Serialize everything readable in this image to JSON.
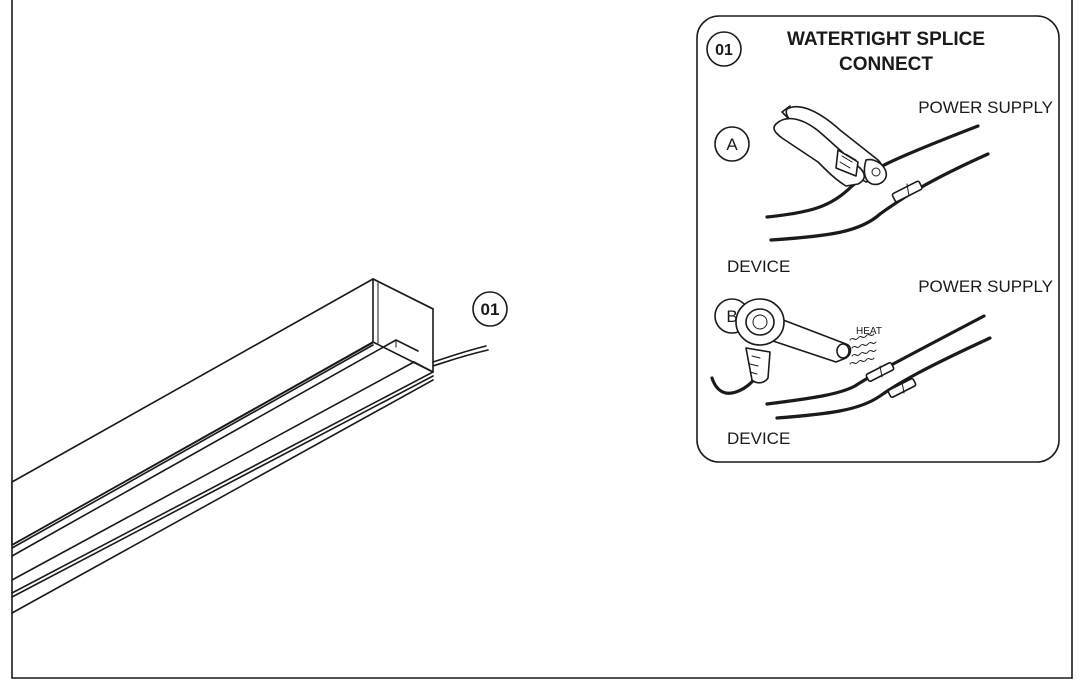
{
  "callout": {
    "label": "01"
  },
  "panel": {
    "badge": "01",
    "title_line1": "WATERTIGHT SPLICE",
    "title_line2": "CONNECT",
    "step_a": {
      "badge": "A",
      "power_label": "POWER SUPPLY",
      "device_label": "DEVICE"
    },
    "step_b": {
      "badge": "B",
      "power_label": "POWER SUPPLY",
      "device_label": "DEVICE",
      "heat_label": "HEAT"
    }
  }
}
